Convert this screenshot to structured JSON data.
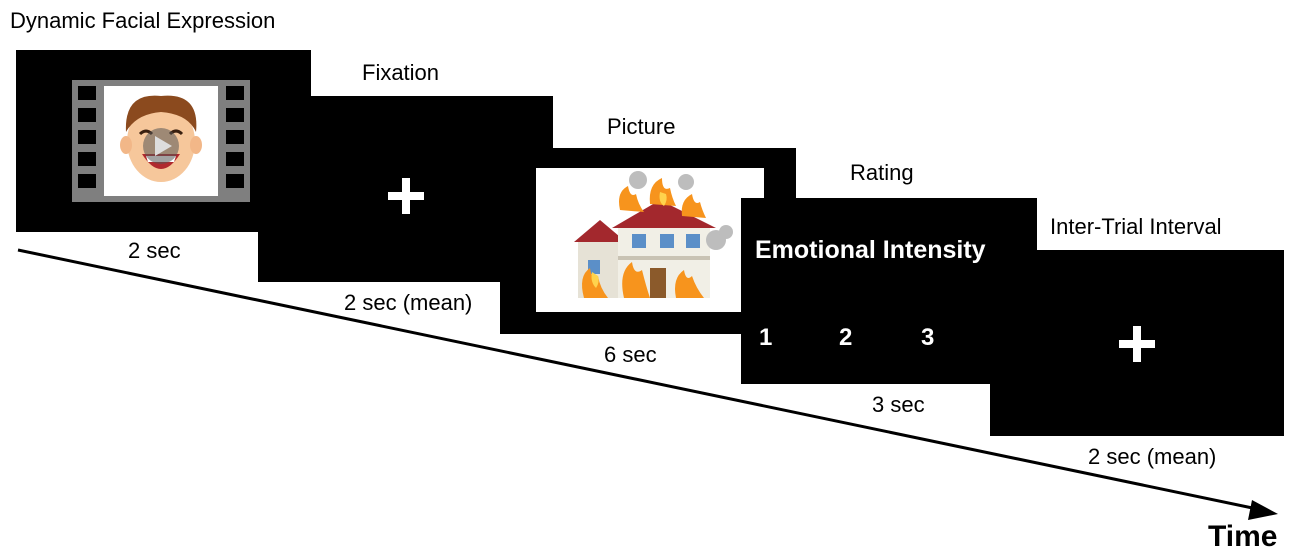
{
  "stages": {
    "facial": {
      "title": "Dynamic Facial Expression",
      "duration": "2 sec"
    },
    "fixation": {
      "title": "Fixation",
      "duration": "2 sec (mean)"
    },
    "picture": {
      "title": "Picture",
      "duration": "6 sec"
    },
    "rating": {
      "title": "Rating",
      "duration": "3 sec",
      "screen_text": "Emotional Intensity",
      "scale": [
        "1",
        "2",
        "3"
      ]
    },
    "iti": {
      "title": "Inter-Trial Interval",
      "duration": "2 sec (mean)"
    }
  },
  "timeline": {
    "label": "Time"
  },
  "colors": {
    "screen": "#000000",
    "fire": "#f7941d",
    "house_roof": "#a3282d",
    "film_gray": "#7f7f7f"
  }
}
